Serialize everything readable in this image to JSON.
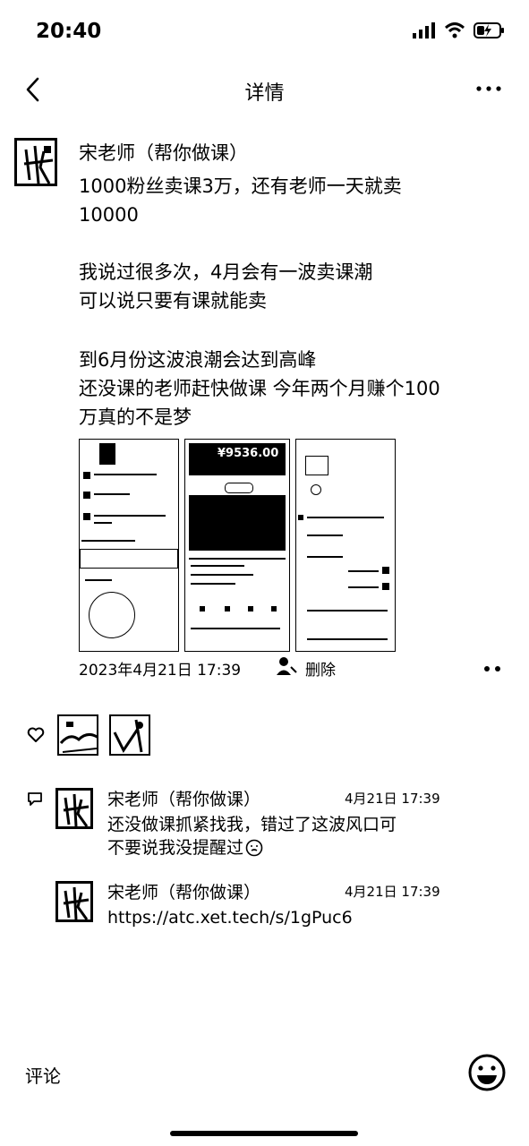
{
  "status_bar": {
    "time": "20:40",
    "icons": [
      "signal-icon",
      "wifi-icon",
      "battery-charging-icon"
    ]
  },
  "nav": {
    "title": "详情",
    "back_icon": "chevron-left-icon",
    "more_icon": "more-icon"
  },
  "post": {
    "author": "宋老师（帮你做课）",
    "lines": [
      "1000粉丝卖课3万，还有老师一天就卖",
      "10000",
      "",
      "我说过很多次，4月会有一波卖课潮",
      "可以说只要有课就能卖",
      "",
      "到6月份这波浪潮会达到高峰",
      "还没课的老师赶快做课 今年两个月赚个100",
      "万真的不是梦"
    ],
    "image_amount": "¥9536.00",
    "timestamp": "2023年4月21日 17:39",
    "delete_label": "删除"
  },
  "likes": {
    "icon": "heart-icon",
    "count_avatars": 2
  },
  "comments": [
    {
      "author": "宋老师（帮你做课）",
      "time": "4月21日 17:39",
      "lines": [
        "还没做课抓紧找我，错过了这波风口可",
        "不要说我没提醒过"
      ],
      "emoji": "emoji-face-icon"
    },
    {
      "author": "宋老师（帮你做课）",
      "time": "4月21日 17:39",
      "lines": [
        "https://atc.xet.tech/s/1gPuc6"
      ]
    }
  ],
  "bottom_bar": {
    "comment_label": "评论",
    "emoji_icon": "smiley-icon"
  }
}
